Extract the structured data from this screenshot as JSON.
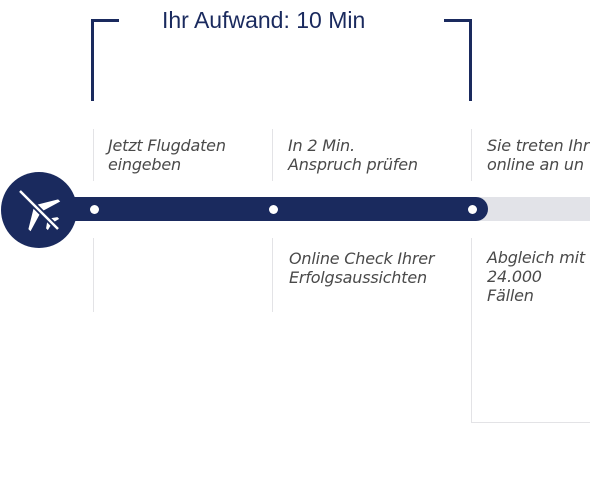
{
  "effort": {
    "title": "Ihr Aufwand: 10 Min"
  },
  "steps": [
    {
      "top": "Jetzt Flugdaten\neingeben",
      "bottom": ""
    },
    {
      "top": "In 2 Min.\nAnspruch prüfen",
      "bottom": "Online Check Ihrer\nErfolgsaussichten"
    },
    {
      "top": "Sie treten Ihr\nonline an un",
      "bottom": "Abgleich mit\n24.000\nFällen"
    }
  ],
  "timeline": {
    "progress_percent": 75
  },
  "icons": {
    "start": "airplane-icon"
  },
  "colors": {
    "primary": "#1a2a5e",
    "track": "#e2e3e8",
    "divider": "#e3e3e6",
    "text": "#4a4a4a"
  }
}
